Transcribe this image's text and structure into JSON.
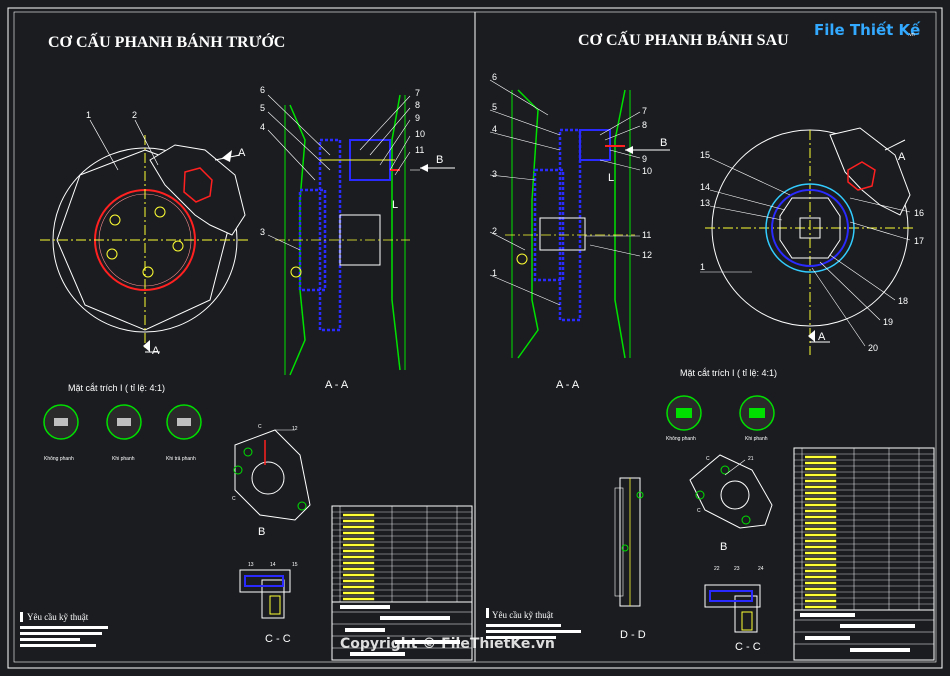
{
  "front": {
    "title": "CƠ CẤU PHANH BÁNH TRƯỚC",
    "section_aa": "A - A",
    "section_b": "B",
    "section_cc": "C - C",
    "cut_title": "Mặt cắt trích I ( tỉ lệ: 4:1)",
    "states": [
      "Không phanh",
      "Khi phanh",
      "Khi trả phanh"
    ],
    "requirements": "Yêu cầu kỹ thuật",
    "view_labels": {
      "a_top": "A",
      "a_bottom": "A",
      "b": "B",
      "l": "L",
      "c1": "C",
      "c2": "C"
    },
    "part_numbers": [
      "1",
      "2",
      "3",
      "4",
      "5",
      "6",
      "7",
      "8",
      "9",
      "10",
      "11",
      "12",
      "13",
      "14",
      "15"
    ]
  },
  "rear": {
    "title": "CƠ CẤU PHANH BÁNH SAU",
    "section_aa": "A - A",
    "section_b": "B",
    "section_cc": "C - C",
    "section_dd": "D - D",
    "cut_title": "Mặt cắt trích I ( tỉ lệ: 4:1)",
    "states": [
      "Không phanh",
      "Khi phanh"
    ],
    "requirements": "Yêu cầu kỹ thuật",
    "view_labels": {
      "a_top": "A",
      "a_bottom": "A",
      "b": "B",
      "l": "L",
      "c1": "C",
      "c2": "C"
    },
    "part_numbers": [
      "1",
      "2",
      "3",
      "4",
      "5",
      "6",
      "7",
      "8",
      "9",
      "10",
      "11",
      "12",
      "13",
      "14",
      "15",
      "16",
      "17",
      "18",
      "19",
      "20",
      "21",
      "22",
      "23",
      "24"
    ]
  },
  "logo": {
    "text": "File Thiết Kế",
    "suffix": ".vn"
  },
  "watermark": "Copyright © FileThietKe.vn",
  "colors": {
    "background": "#1a1c20",
    "line": "#ffffff",
    "green": "#00e000",
    "yellow": "#ffff33",
    "blue": "#2a2aff",
    "red": "#ff2020",
    "cyan": "#33ccff"
  }
}
